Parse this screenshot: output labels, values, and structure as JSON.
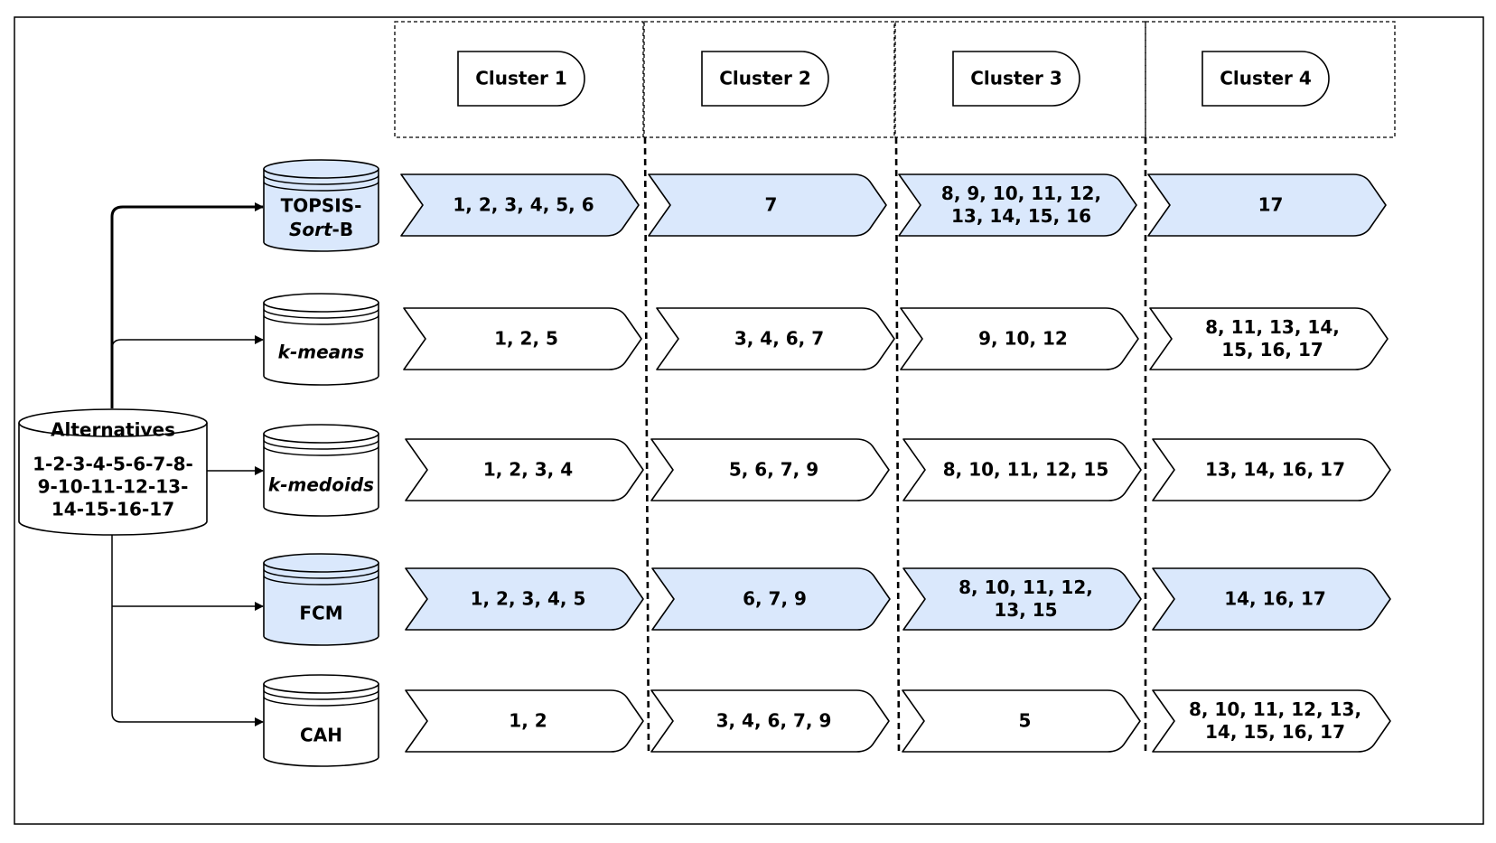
{
  "colors": {
    "highlight": "#dae8fc",
    "plain": "#ffffff",
    "stroke": "#000000"
  },
  "clusters": [
    "Cluster 1",
    "Cluster 2",
    "Cluster 3",
    "Cluster 4"
  ],
  "source": {
    "title": "Alternatives",
    "lines": [
      "1-2-3-4-5-6-7-8-",
      "9-10-11-12-13-",
      "14-15-16-17"
    ]
  },
  "methods": [
    {
      "id": "topsis",
      "label_parts": [
        "TOPSIS-",
        "Sort",
        "-B"
      ],
      "highlight": true,
      "cells": [
        [
          "1, 2, 3, 4, 5, 6"
        ],
        [
          "7"
        ],
        [
          "8, 9, 10, 11, 12,",
          "13, 14, 15, 16"
        ],
        [
          "17"
        ]
      ]
    },
    {
      "id": "kmeans",
      "label": "k-means",
      "highlight": false,
      "cells": [
        [
          "1, 2, 5"
        ],
        [
          "3, 4, 6, 7"
        ],
        [
          "9, 10, 12"
        ],
        [
          "8, 11, 13, 14,",
          "15, 16, 17"
        ]
      ]
    },
    {
      "id": "kmedoids",
      "label": "k-medoids",
      "highlight": false,
      "cells": [
        [
          "1, 2, 3, 4"
        ],
        [
          "5, 6, 7, 9"
        ],
        [
          "8, 10, 11, 12, 15"
        ],
        [
          "13, 14, 16, 17"
        ]
      ]
    },
    {
      "id": "fcm",
      "label": "FCM",
      "highlight": true,
      "cells": [
        [
          "1, 2, 3, 4, 5"
        ],
        [
          "6, 7, 9"
        ],
        [
          "8, 10, 11, 12,",
          "13, 15"
        ],
        [
          "14, 16, 17"
        ]
      ]
    },
    {
      "id": "cah",
      "label": "CAH",
      "highlight": false,
      "cells": [
        [
          "1, 2"
        ],
        [
          "3, 4, 6, 7, 9"
        ],
        [
          "5"
        ],
        [
          "8, 10, 11, 12, 13,",
          "14, 15, 16, 17"
        ]
      ]
    }
  ]
}
